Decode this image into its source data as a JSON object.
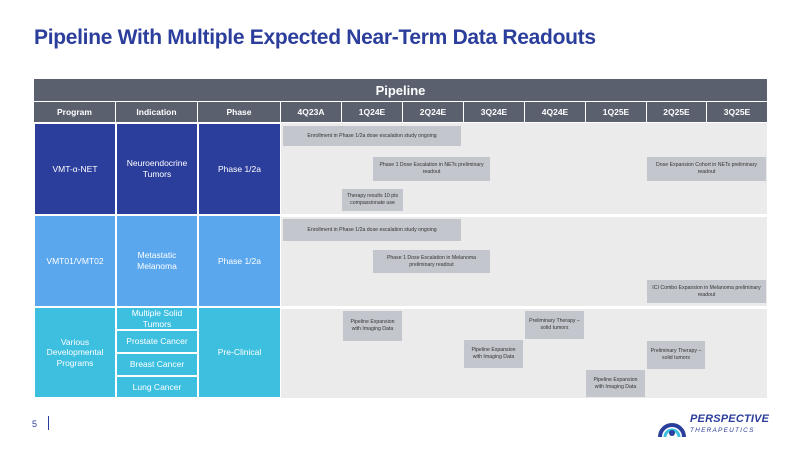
{
  "title": "Pipeline With Multiple Expected Near-Term Data Readouts",
  "table": {
    "banner": "Pipeline",
    "headers": {
      "program": "Program",
      "indication": "Indication",
      "phase": "Phase",
      "quarters": [
        "4Q23A",
        "1Q24E",
        "2Q24E",
        "3Q24E",
        "4Q24E",
        "1Q25E",
        "2Q25E",
        "3Q25E"
      ]
    },
    "rows": [
      {
        "program": "VMT-α-NET",
        "indication": "Neuroendocrine Tumors",
        "phase": "Phase 1/2a",
        "color": "#2c3e9c",
        "bars": [
          "Enrollment in Phase 1/2a dose escalation study ongoing",
          "Phase 1 Dose Escalation in NETs preliminary readout",
          "Dose Expansion Cohort in NETs preliminary readout",
          "Therapy results 10 pts compassionate use"
        ]
      },
      {
        "program": "VMT01/VMT02",
        "indication": "Metastatic Melanoma",
        "phase": "Phase 1/2a",
        "color": "#5aa7ee",
        "bars": [
          "Enrollment in Phase 1/2a dose escalation study ongoing",
          "Phase 1 Dose Escalation in Melanoma preliminary readout",
          "ICI Combo Expansion in Melanoma preliminary readout"
        ]
      },
      {
        "program": "Various Developmental Programs",
        "indications": [
          "Multiple Solid Tumors",
          "Prostate Cancer",
          "Breast Cancer",
          "Lung Cancer"
        ],
        "phase": "Pre-Clinical",
        "color": "#3dbfe0",
        "bars": [
          "Pipeline Expansion with Imaging Data",
          "Preliminary Therapy – solid tumors",
          "Pipeline Expansion with Imaging Data",
          "Preliminary Therapy – solid tumors",
          "Pipeline Expansion with Imaging Data"
        ]
      }
    ]
  },
  "footer": {
    "page_number": "5"
  },
  "logo": {
    "name": "PERSPECTIVE",
    "subtitle": "THERAPEUTICS",
    "color": "#2c3e9c"
  }
}
